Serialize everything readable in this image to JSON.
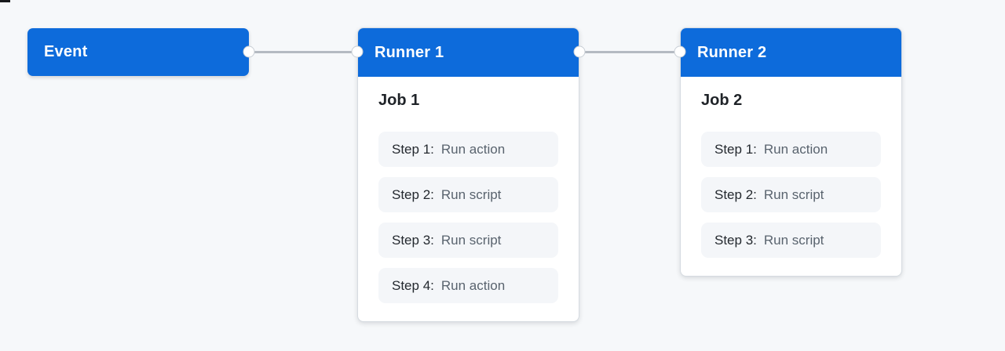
{
  "colors": {
    "background": "#f6f8fa",
    "accent_blue": "#0d6bdb",
    "card_background": "#ffffff",
    "card_border": "#d6dbe1",
    "step_background": "#f4f6f9",
    "connector": "#b4bac2",
    "job_text": "#1f2328",
    "step_label_text": "#24292f",
    "step_value_text": "#59636e",
    "header_text": "#ffffff"
  },
  "diagram": {
    "event": {
      "label": "Event"
    },
    "runner1": {
      "title": "Runner 1",
      "job": {
        "title": "Job 1",
        "steps": [
          {
            "label": "Step 1:",
            "value": "Run action"
          },
          {
            "label": "Step 2:",
            "value": "Run script"
          },
          {
            "label": "Step 3:",
            "value": "Run script"
          },
          {
            "label": "Step 4:",
            "value": "Run action"
          }
        ]
      }
    },
    "runner2": {
      "title": "Runner 2",
      "job": {
        "title": "Job 2",
        "steps": [
          {
            "label": "Step 1:",
            "value": "Run action"
          },
          {
            "label": "Step 2:",
            "value": "Run script"
          },
          {
            "label": "Step 3:",
            "value": "Run script"
          }
        ]
      }
    }
  }
}
